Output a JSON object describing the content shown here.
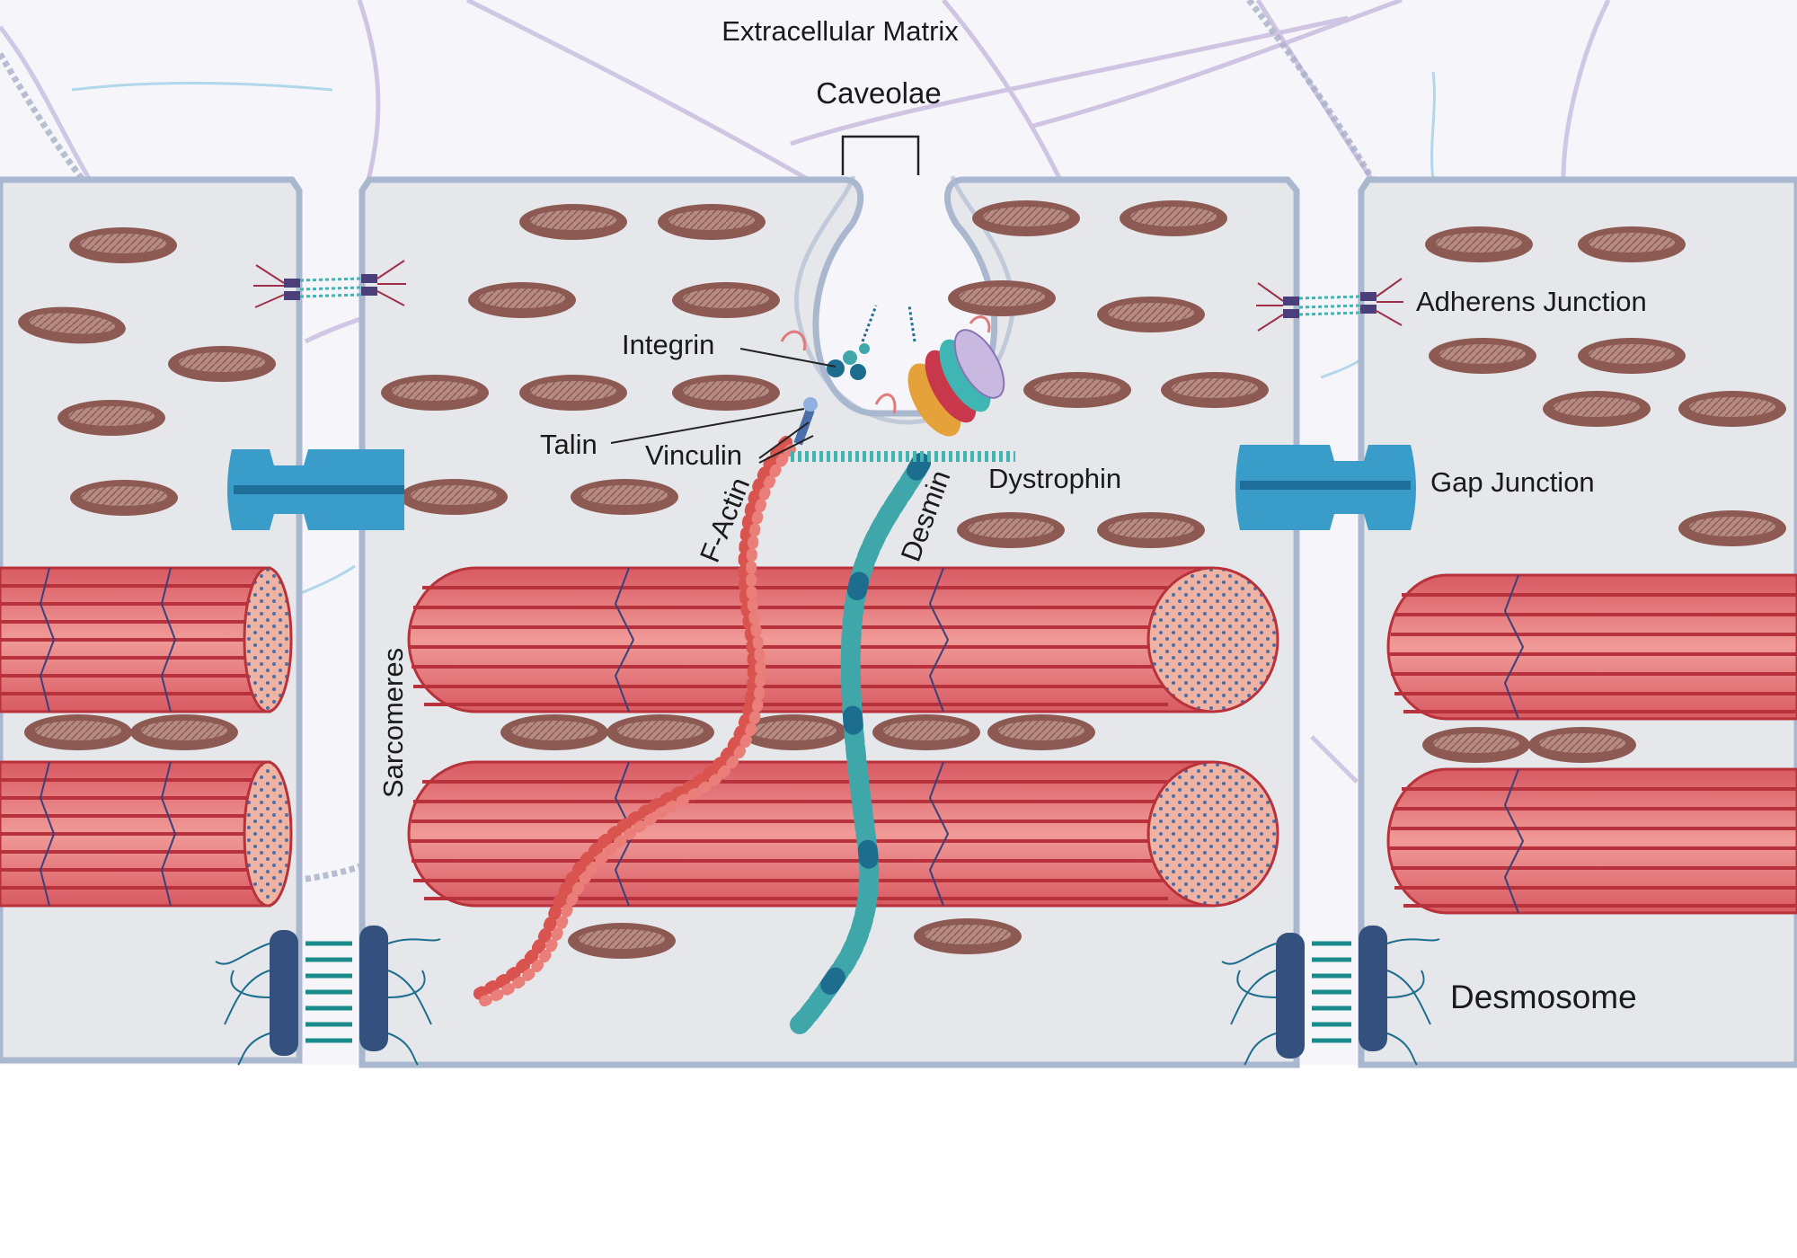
{
  "diagram": {
    "labels": {
      "ecm": "Extracellular Matrix",
      "caveolae": "Caveolae",
      "integrin": "Integrin",
      "talin": "Talin",
      "vinculin": "Vinculin",
      "f_actin": "F-Actin",
      "desmin": "Desmin",
      "dystrophin": "Dystrophin",
      "adherens": "Adherens Junction",
      "gap": "Gap Junction",
      "desmosome": "Desmosome",
      "sarcomeres": "Sarcomeres"
    },
    "colors": {
      "cytoplasm": "#e6e7ea",
      "membrane": "#a9b8cf",
      "ecm_bg": "#f6f5fa",
      "ecm_fiber": "#c4b6da",
      "mitochondrion": "#8c5a52",
      "mito_inner": "#c9a39b",
      "myofibril": "#e7797d",
      "myofibril_dark": "#b8323b",
      "myofibril_end": "#efb1a2",
      "f_actin": "#d9534f",
      "desmin": "#3fa7a9",
      "desmin_dark": "#1d6e8e",
      "gap_junction": "#3a9cc8",
      "desmosome_plaque": "#33507e",
      "adherens": "#4a3f7a",
      "dystrophin_chain": "#3fb6b3"
    },
    "icons": [
      "mitochondrion-icon",
      "myofibril-icon",
      "gap-junction-icon",
      "desmosome-icon",
      "adherens-junction-icon",
      "integrin-icon",
      "dystroglycan-complex-icon"
    ]
  }
}
